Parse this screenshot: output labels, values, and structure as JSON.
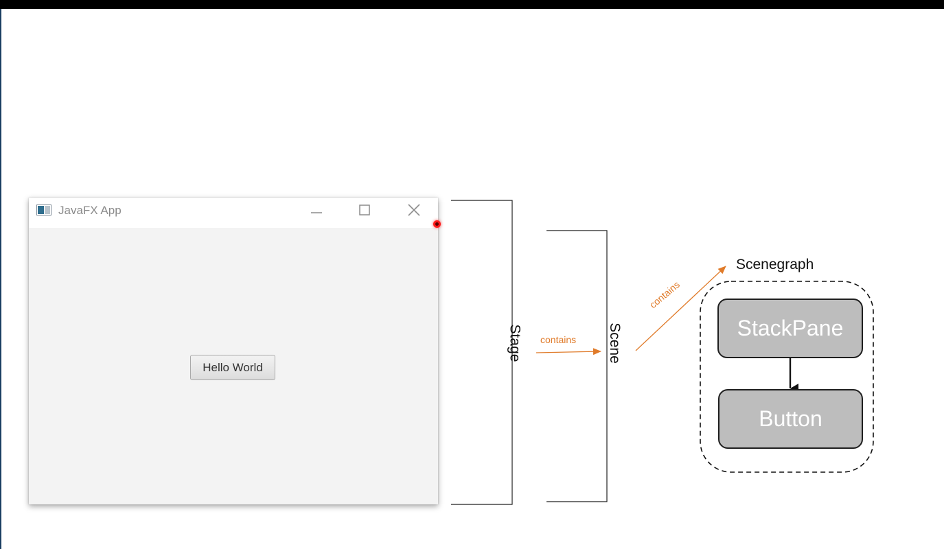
{
  "window": {
    "title": "JavaFX App",
    "controls": [
      "minimize-icon",
      "maximize-icon",
      "close-icon"
    ],
    "button_label": "Hello World"
  },
  "diagram": {
    "stage_label": "Stage",
    "scene_label": "Scene",
    "contains_label_1": "contains",
    "contains_label_2": "contains",
    "scenegraph_label": "Scenegraph",
    "nodes": [
      "StackPane",
      "Button"
    ],
    "arrow_color": "#e07b2a",
    "node_fill": "#bdbdbd"
  }
}
